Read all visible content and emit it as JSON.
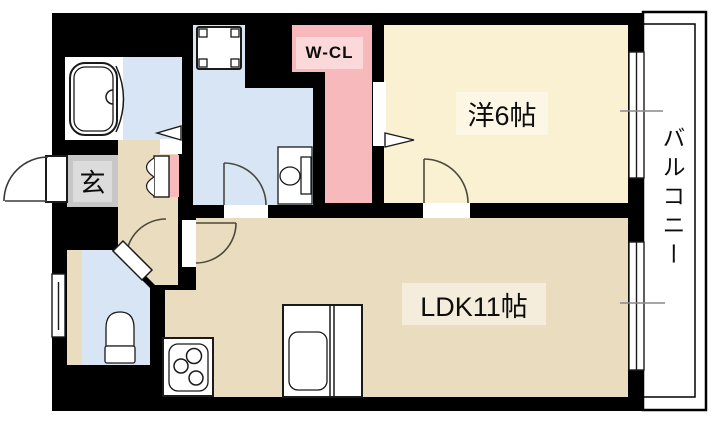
{
  "rooms": {
    "western": {
      "label": "洋6帖"
    },
    "ldk": {
      "label": "LDK11帖"
    },
    "wcl": {
      "label": "W-CL"
    },
    "entrance": {
      "label": "玄"
    },
    "balcony": {
      "label": "バルコニー"
    }
  },
  "colors": {
    "wall": "#000000",
    "room_cream": "#FAF0D2",
    "room_tan": "#EADCBF",
    "wet_blue": "#D7E5F4",
    "closet_pink": "#F8B9BD",
    "closet_label_bg": "#FBD8DA",
    "cream_label_bg": "#FCF6E4",
    "tan_label_bg": "#F4EDDB",
    "entrance_gray": "#C7C7C7",
    "entrance_inner_gray": "#DCDCDC",
    "fixture_white": "#FFFFFF"
  },
  "fixtures": [
    "bathtub-icon",
    "washing-machine-pan-icon",
    "vanity-basin-icon",
    "toilet-icon",
    "gas-stove-icon",
    "kitchen-counter-sink-icon",
    "bifold-closet-door-icon",
    "entrance-door-icon",
    "sliding-window-icon"
  ]
}
